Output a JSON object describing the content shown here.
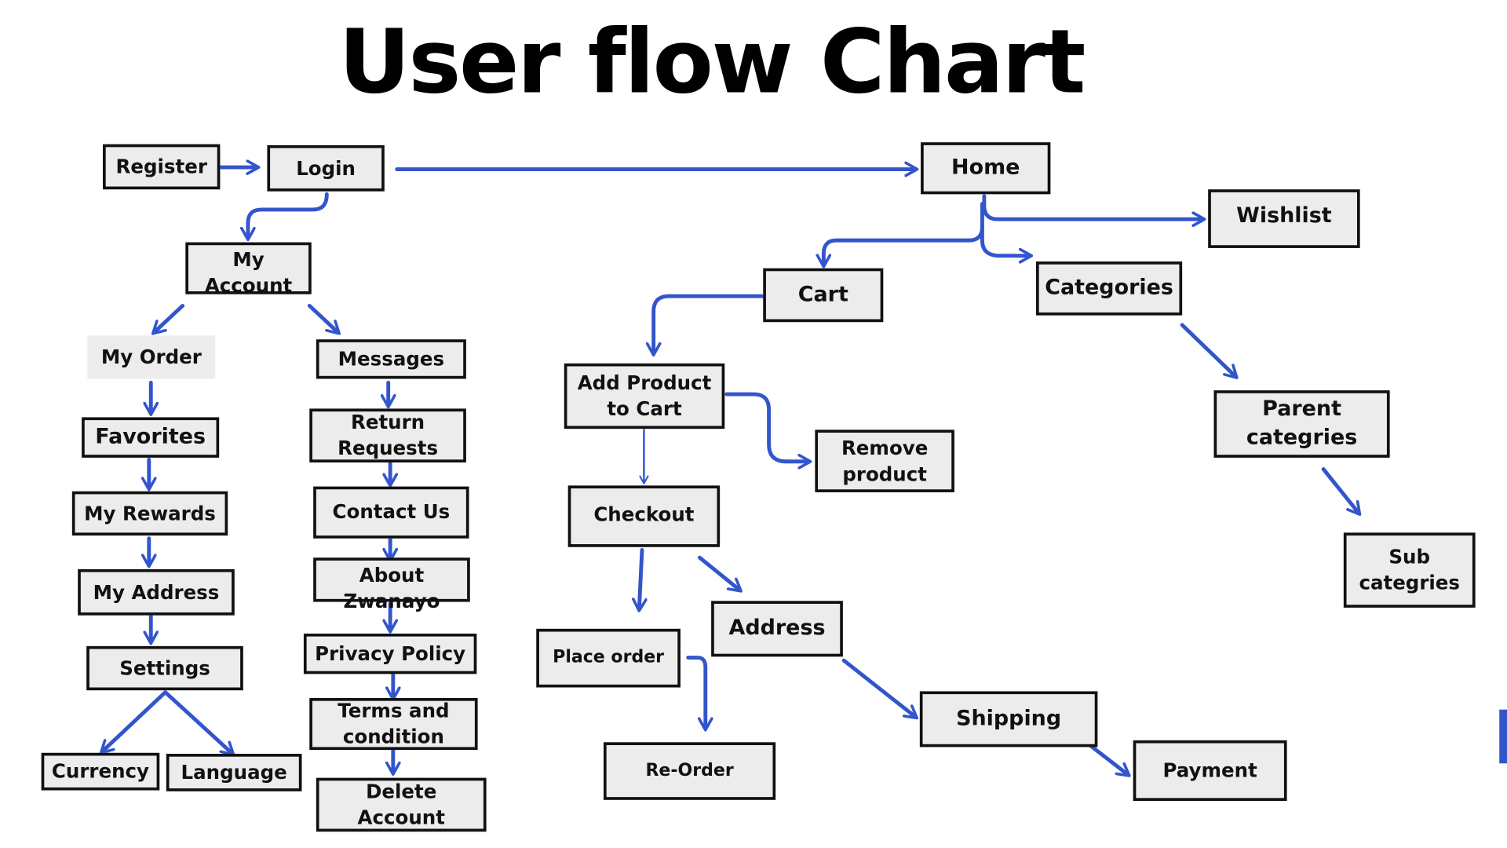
{
  "title": "User flow Chart",
  "colors": {
    "arrow": "#3355cc",
    "node_fill": "#ececec",
    "node_border": "#111111"
  },
  "nodes": {
    "register": "Register",
    "login": "Login",
    "home": "Home",
    "wishlist": "Wishlist",
    "my_account": "My Account",
    "cart": "Cart",
    "categories": "Categories",
    "my_order": "My Order",
    "messages": "Messages",
    "add_product": "Add Product\nto Cart",
    "favorites": "Favorites",
    "return_requests": "Return\nRequests",
    "remove_product": "Remove\nproduct",
    "parent_categories": "Parent\ncategries",
    "my_rewards": "My Rewards",
    "contact_us": "Contact Us",
    "checkout": "Checkout",
    "sub_categories": "Sub\ncategries",
    "about": "About Zwanayo",
    "my_address": "My Address",
    "address": "Address",
    "place_order": "Place order",
    "privacy_policy": "Privacy Policy",
    "settings": "Settings",
    "terms": "Terms and\ncondition",
    "shipping": "Shipping",
    "re_order": "Re-Order",
    "currency": "Currency",
    "language": "Language",
    "payment": "Payment",
    "delete_account": "Delete\nAccount"
  },
  "edges": [
    [
      "register",
      "login"
    ],
    [
      "login",
      "home"
    ],
    [
      "login",
      "my_account"
    ],
    [
      "home",
      "wishlist"
    ],
    [
      "home",
      "cart"
    ],
    [
      "home",
      "categories"
    ],
    [
      "my_account",
      "my_order"
    ],
    [
      "my_account",
      "messages"
    ],
    [
      "my_order",
      "favorites"
    ],
    [
      "favorites",
      "my_rewards"
    ],
    [
      "my_rewards",
      "my_address"
    ],
    [
      "my_address",
      "settings"
    ],
    [
      "settings",
      "currency"
    ],
    [
      "settings",
      "language"
    ],
    [
      "messages",
      "return_requests"
    ],
    [
      "return_requests",
      "contact_us"
    ],
    [
      "contact_us",
      "about"
    ],
    [
      "about",
      "privacy_policy"
    ],
    [
      "privacy_policy",
      "terms"
    ],
    [
      "terms",
      "delete_account"
    ],
    [
      "cart",
      "add_product"
    ],
    [
      "add_product",
      "remove_product"
    ],
    [
      "add_product",
      "checkout"
    ],
    [
      "checkout",
      "place_order"
    ],
    [
      "checkout",
      "address"
    ],
    [
      "place_order",
      "re_order"
    ],
    [
      "address",
      "shipping"
    ],
    [
      "shipping",
      "payment"
    ],
    [
      "categories",
      "parent_categories"
    ],
    [
      "parent_categories",
      "sub_categories"
    ]
  ]
}
